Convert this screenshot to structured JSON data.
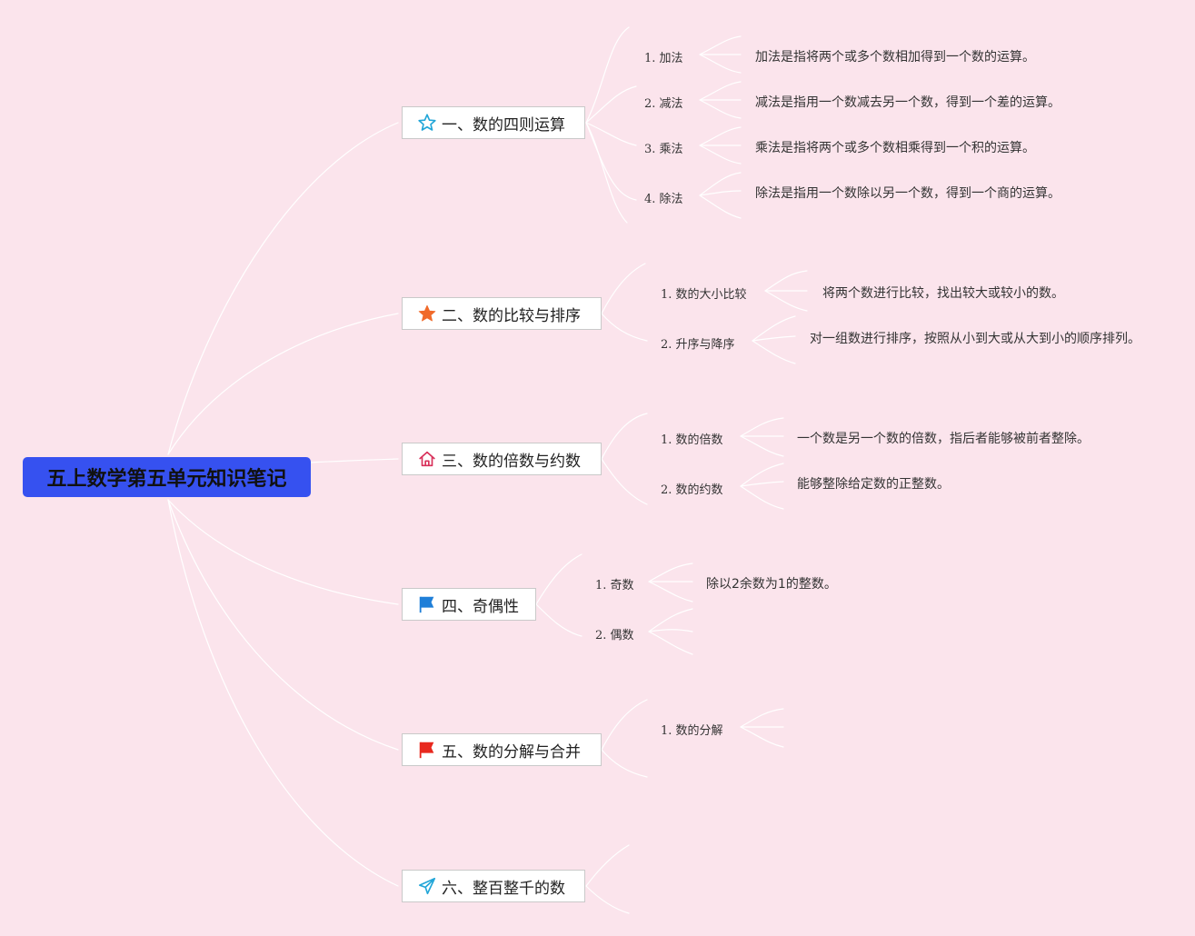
{
  "root": {
    "title": "五上数学第五单元知识笔记"
  },
  "topics": [
    {
      "label": "一、数的四则运算",
      "icon": "star-outline-icon",
      "icon_color": "#22a6d8",
      "items": [
        {
          "label": "1. 加法",
          "desc": "加法是指将两个或多个数相加得到一个数的运算。"
        },
        {
          "label": "2. 减法",
          "desc": "减法是指用一个数减去另一个数，得到一个差的运算。"
        },
        {
          "label": "3. 乘法",
          "desc": "乘法是指将两个或多个数相乘得到一个积的运算。"
        },
        {
          "label": "4. 除法",
          "desc": "除法是指用一个数除以另一个数，得到一个商的运算。"
        }
      ]
    },
    {
      "label": "二、数的比较与排序",
      "icon": "star-filled-icon",
      "icon_color": "#f06a2a",
      "items": [
        {
          "label": "1. 数的大小比较",
          "desc": "将两个数进行比较，找出较大或较小的数。"
        },
        {
          "label": "2. 升序与降序",
          "desc": "对一组数进行排序，按照从小到大或从大到小的顺序排列。"
        }
      ]
    },
    {
      "label": "三、数的倍数与约数",
      "icon": "home-icon",
      "icon_color": "#d8305a",
      "items": [
        {
          "label": "1. 数的倍数",
          "desc": "一个数是另一个数的倍数，指后者能够被前者整除。"
        },
        {
          "label": "2. 数的约数",
          "desc": "能够整除给定数的正整数。"
        }
      ]
    },
    {
      "label": "四、奇偶性",
      "icon": "blue-flag-icon",
      "icon_color": "#1f7fd8",
      "items": [
        {
          "label": "1. 奇数",
          "desc": "除以2余数为1的整数。"
        },
        {
          "label": "2. 偶数",
          "desc": ""
        }
      ]
    },
    {
      "label": "五、数的分解与合并",
      "icon": "red-flag-icon",
      "icon_color": "#e8281e",
      "items": [
        {
          "label": "1. 数的分解",
          "desc": ""
        }
      ]
    },
    {
      "label": "六、整百整千的数",
      "icon": "paper-plane-icon",
      "icon_color": "#22a6d8",
      "items": []
    }
  ],
  "colors": {
    "background": "#fbe4ec",
    "root_fill": "#3651f0",
    "connector": "#ffffff"
  }
}
